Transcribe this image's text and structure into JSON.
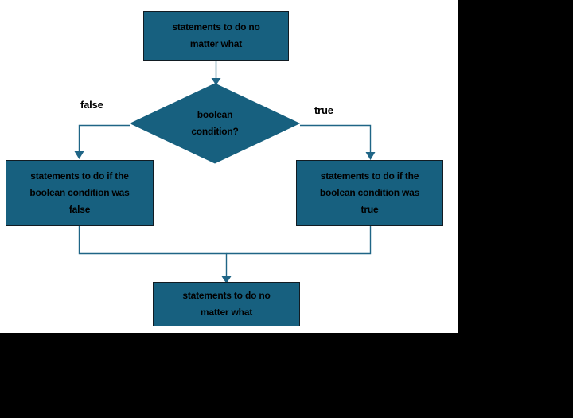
{
  "diagram": {
    "title": "if-else control flow flowchart",
    "background_color": "#000000",
    "sheet_color": "#ffffff",
    "node_fill_color": "#17607f",
    "node_border_color": "#111b22",
    "connector_color": "#1f6586",
    "text_color": "#000000",
    "nodes": {
      "top": {
        "shape": "process",
        "label": "statements to do no\nmatter what"
      },
      "decision": {
        "shape": "decision",
        "label": "boolean\ncondition?"
      },
      "false_branch": {
        "shape": "process",
        "label": "statements to do if the\nboolean condition was\nfalse"
      },
      "true_branch": {
        "shape": "process",
        "label": "statements to do if the\nboolean condition was\ntrue"
      },
      "bottom": {
        "shape": "process",
        "label": "statements to do no\nmatter what"
      }
    },
    "edge_labels": {
      "false": "false",
      "true": "true"
    }
  }
}
